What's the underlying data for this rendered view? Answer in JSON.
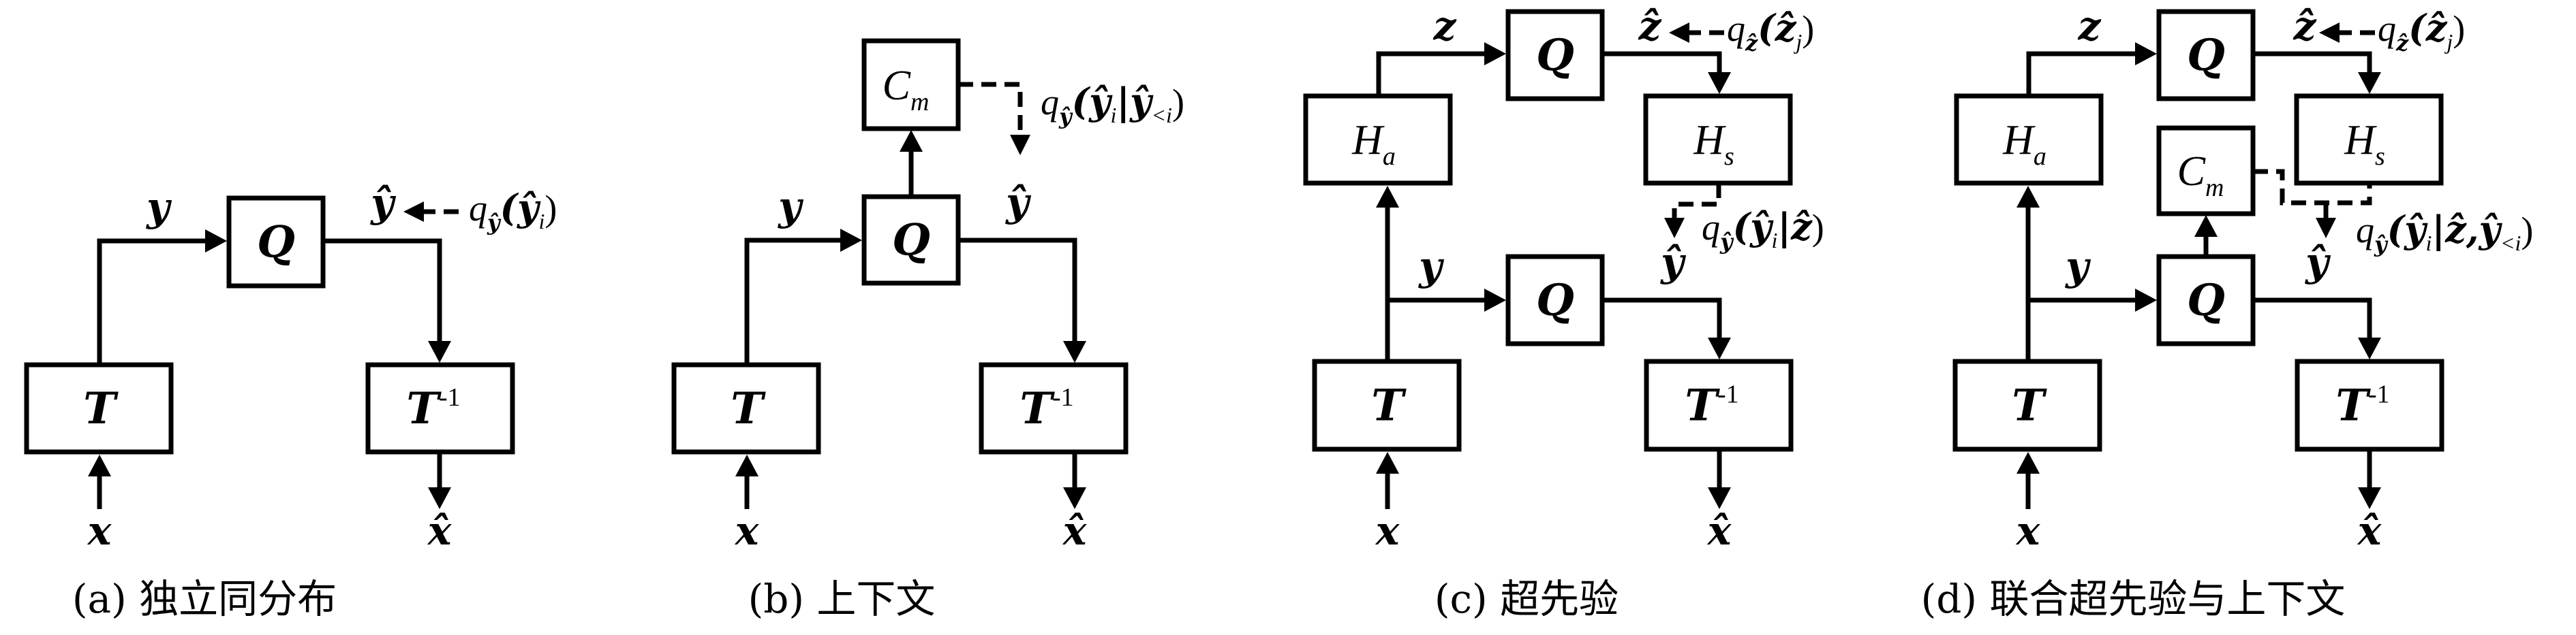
{
  "figure": {
    "panels": [
      {
        "id": "a",
        "caption": "(a) 独立同分布",
        "blocks": {
          "T": "T",
          "Tinv": "T",
          "Tinv_sup": "-1",
          "Q": "Q"
        },
        "signals": {
          "x": "x",
          "y": "y",
          "y_hat": "ŷ",
          "x_hat": "x̂"
        },
        "entropy_model": {
          "q": "q",
          "q_sub": "ŷ",
          "arg": "(ŷ",
          "arg_sub": "i",
          "close": ")"
        }
      },
      {
        "id": "b",
        "caption": "(b) 上下文",
        "blocks": {
          "T": "T",
          "Tinv": "T",
          "Tinv_sup": "-1",
          "Q": "Q",
          "Cm": "C",
          "Cm_sub": "m"
        },
        "signals": {
          "x": "x",
          "y": "y",
          "y_hat": "ŷ",
          "x_hat": "x̂"
        },
        "entropy_model": {
          "q": "q",
          "q_sub": "ŷ",
          "arg": "(ŷ",
          "arg_sub": "i",
          "cond": "|ŷ",
          "cond_sub": "<i",
          "close": ")"
        }
      },
      {
        "id": "c",
        "caption": "(c) 超先验",
        "blocks": {
          "T": "T",
          "Tinv": "T",
          "Tinv_sup": "-1",
          "Q": "Q",
          "Ha": "H",
          "Ha_sub": "a",
          "Hs": "H",
          "Hs_sub": "s"
        },
        "signals": {
          "x": "x",
          "y": "y",
          "y_hat": "ŷ",
          "x_hat": "x̂",
          "z": "z",
          "z_hat": "ẑ"
        },
        "hyper_model": {
          "q": "q",
          "q_sub": "ẑ",
          "arg": "(ẑ",
          "arg_sub": "j",
          "close": ")"
        },
        "entropy_model": {
          "q": "q",
          "q_sub": "ŷ",
          "arg": "(ŷ",
          "arg_sub": "i",
          "cond": "|ẑ",
          "close": ")"
        }
      },
      {
        "id": "d",
        "caption": "(d) 联合超先验与上下文",
        "blocks": {
          "T": "T",
          "Tinv": "T",
          "Tinv_sup": "-1",
          "Q": "Q",
          "Ha": "H",
          "Ha_sub": "a",
          "Hs": "H",
          "Hs_sub": "s",
          "Cm": "C",
          "Cm_sub": "m"
        },
        "signals": {
          "x": "x",
          "y": "y",
          "y_hat": "ŷ",
          "x_hat": "x̂",
          "z": "z",
          "z_hat": "ẑ"
        },
        "hyper_model": {
          "q": "q",
          "q_sub": "ẑ",
          "arg": "(ẑ",
          "arg_sub": "j",
          "close": ")"
        },
        "entropy_model": {
          "q": "q",
          "q_sub": "ŷ",
          "arg": "(ŷ",
          "arg_sub": "i",
          "cond": "|ẑ,ŷ",
          "cond_sub": "<i",
          "close": ")"
        }
      }
    ]
  }
}
